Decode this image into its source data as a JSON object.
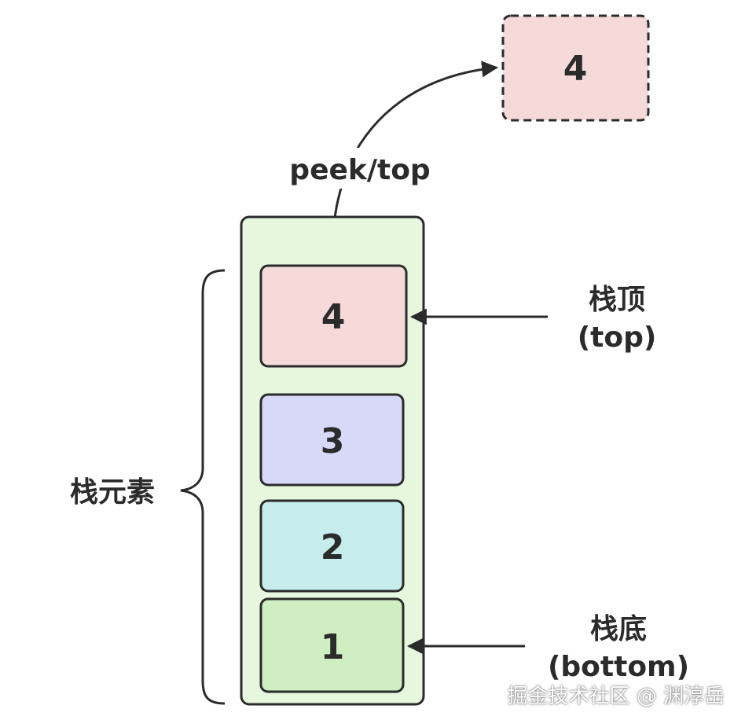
{
  "popped": {
    "value": "4"
  },
  "operation_label": "peek/top",
  "stack": {
    "elements": [
      {
        "value": "4",
        "fill": "#f6d9d9"
      },
      {
        "value": "3",
        "fill": "#d8d8f8"
      },
      {
        "value": "2",
        "fill": "#c6ecec"
      },
      {
        "value": "1",
        "fill": "#cfeec2"
      }
    ],
    "container_fill": "#e6f7de"
  },
  "labels": {
    "elements": "栈元素",
    "top_cn": "栈顶",
    "top_en": "(top)",
    "bottom_cn": "栈底",
    "bottom_en": "(bottom)"
  },
  "watermark": "掘金技术社区 @ 渊淳岳"
}
